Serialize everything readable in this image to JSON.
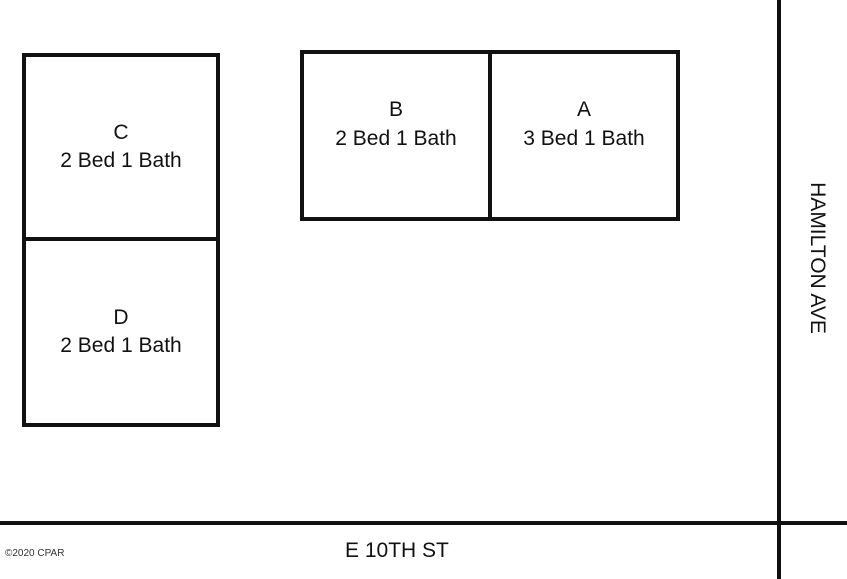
{
  "units": {
    "a": {
      "letter": "A",
      "desc": "3 Bed 1 Bath"
    },
    "b": {
      "letter": "B",
      "desc": "2 Bed 1 Bath"
    },
    "c": {
      "letter": "C",
      "desc": "2 Bed 1 Bath"
    },
    "d": {
      "letter": "D",
      "desc": "2 Bed 1 Bath"
    }
  },
  "streets": {
    "south": "E 10TH ST",
    "east": "HAMILTON AVE"
  },
  "copyright": "©2020 CPAR",
  "colors": {
    "line": "#111111",
    "background": "#ffffff"
  }
}
